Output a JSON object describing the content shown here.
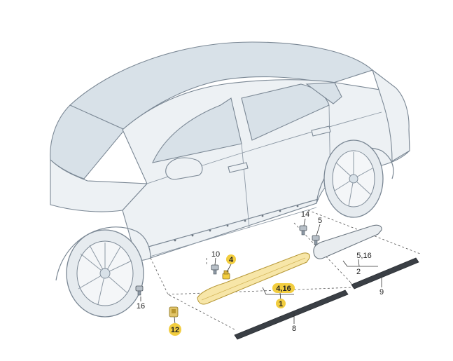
{
  "diagram": {
    "callouts": [
      {
        "id": "c1",
        "text": "1",
        "highlight": true
      },
      {
        "id": "c2",
        "text": "2",
        "highlight": false
      },
      {
        "id": "c4",
        "text": "4",
        "highlight": true
      },
      {
        "id": "c5",
        "text": "5",
        "highlight": false
      },
      {
        "id": "c8",
        "text": "8",
        "highlight": false
      },
      {
        "id": "c9",
        "text": "9",
        "highlight": false
      },
      {
        "id": "c10",
        "text": "10",
        "highlight": false
      },
      {
        "id": "c12",
        "text": "12",
        "highlight": false
      },
      {
        "id": "c14",
        "text": "14",
        "highlight": false
      },
      {
        "id": "c16",
        "text": "16",
        "highlight": true
      },
      {
        "id": "c416",
        "text": "4,16",
        "highlight": true
      },
      {
        "id": "c516",
        "text": "5,16",
        "highlight": false
      }
    ],
    "colors": {
      "highlight": "#f2cd3f",
      "trim_fill": "#f7e6a8",
      "car_line": "#7a8794",
      "car_glass": "#d8e1e8",
      "car_panel": "#edf1f4",
      "strip_dark": "#3a3f45"
    }
  }
}
